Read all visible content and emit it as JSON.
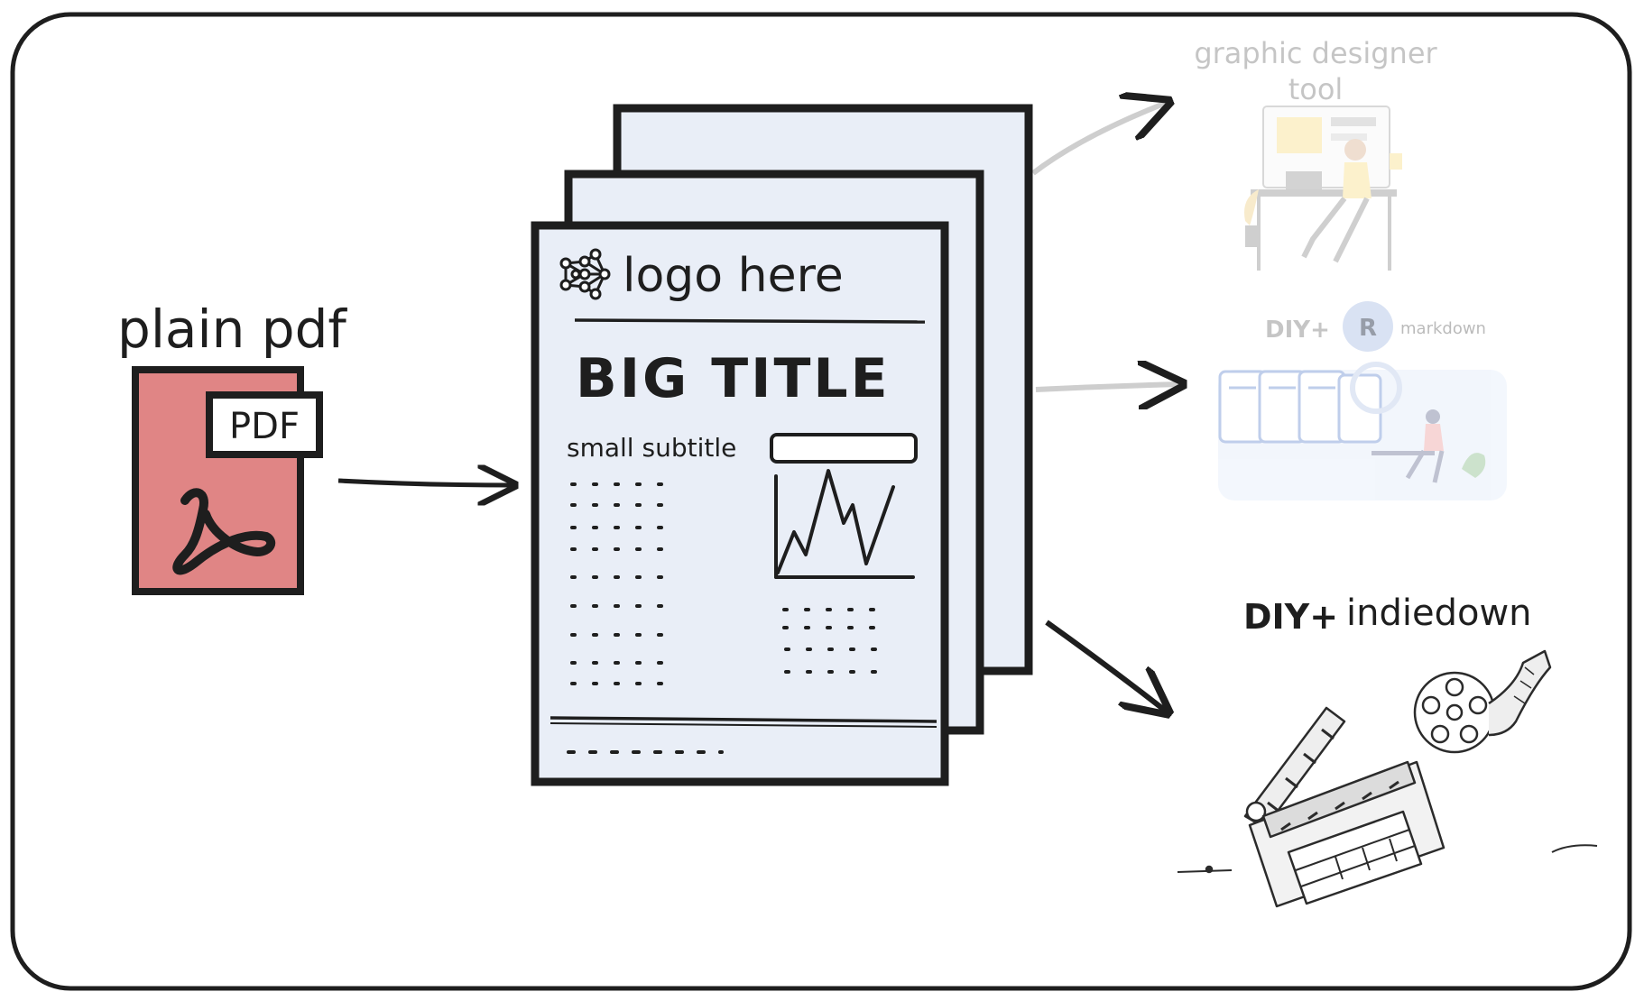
{
  "source": {
    "label": "plain pdf",
    "badge": "PDF",
    "icon": "acrobat-icon"
  },
  "document": {
    "logo_text": "logo here",
    "logo_icon": "neural-network-icon",
    "title": "BIG TITLE",
    "subtitle": "small subtitle"
  },
  "outputs": {
    "designer": {
      "label_line1": "graphic designer",
      "label_line2": "tool",
      "icon": "designer-illustration"
    },
    "markdown": {
      "prefix": "DIY+",
      "name": "markdown",
      "logo_letter": "R",
      "icon": "markdown-illustration"
    },
    "indiedown": {
      "prefix": "DIY+",
      "name": "indiedown",
      "icon": "clapperboard-film-reel-illustration"
    }
  },
  "colors": {
    "stroke": "#1e1e1e",
    "page_fill": "#e9eef7",
    "pdf_fill": "#e08585",
    "indiedown_blue": "#2f5fbf",
    "faded_gray": "#9a9a9a"
  }
}
